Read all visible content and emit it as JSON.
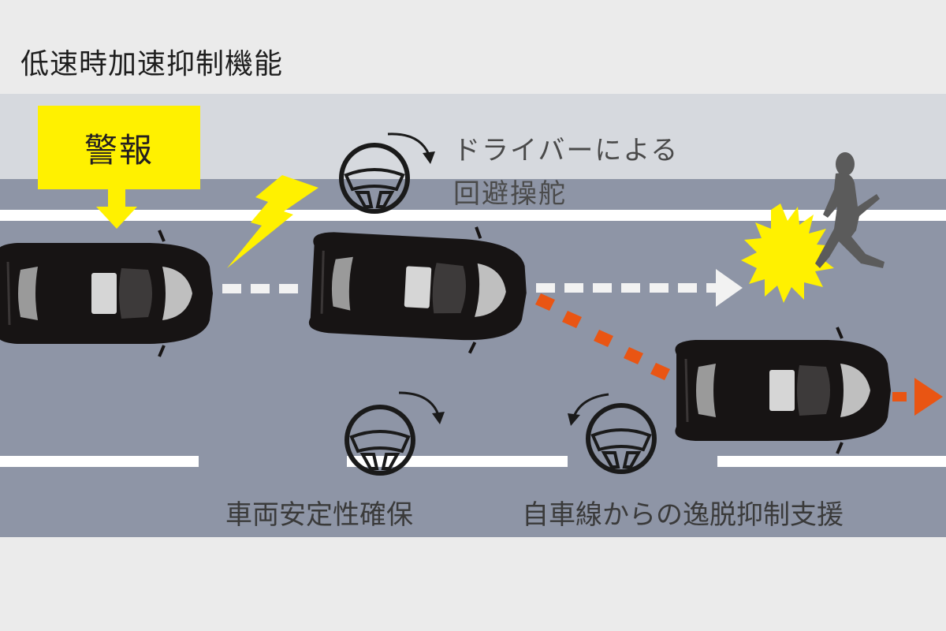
{
  "title": "低速時加速抑制機能",
  "warning": {
    "label": "警報"
  },
  "steering_labels": {
    "driver_avoidance_line1": "ドライバーによる",
    "driver_avoidance_line2": "回避操舵",
    "stability": "車両安定性確保",
    "lane_departure": "自車線からの逸脱抑制支援"
  },
  "colors": {
    "road": "#8e95a6",
    "sidewalk": "#d6d9de",
    "background": "#ebebeb",
    "warning_yellow": "#fff100",
    "path_orange": "#e95513",
    "lane_marking": "#ffffff",
    "car_body": "#171414"
  }
}
